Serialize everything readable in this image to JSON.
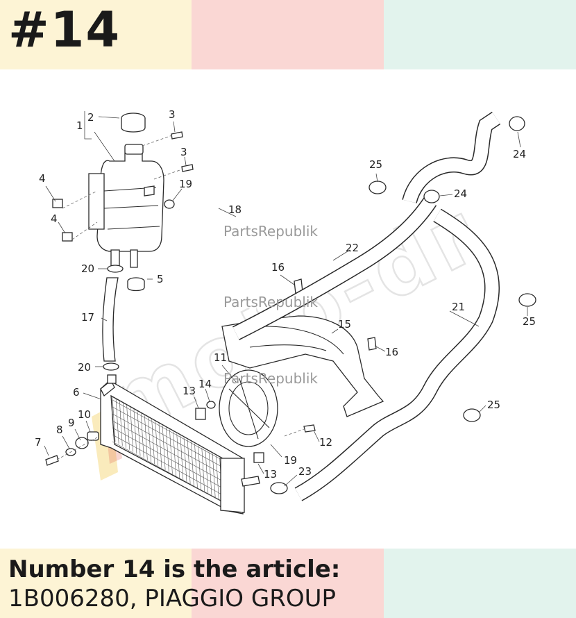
{
  "header": {
    "part_number": "#14"
  },
  "footer": {
    "line1": "Number 14 is the article:",
    "line2": "1B006280, PIAGGIO GROUP"
  },
  "colors": {
    "band_yellow": "#fdf4d5",
    "band_pink": "#fad7d4",
    "band_mint": "#e2f3ed"
  },
  "diagram": {
    "watermark": "PartsRepublik",
    "big_watermark": "moto-dr",
    "labels": [
      "1",
      "2",
      "3",
      "3",
      "4",
      "4",
      "5",
      "6",
      "7",
      "8",
      "9",
      "10",
      "11",
      "12",
      "13",
      "13",
      "14",
      "15",
      "16",
      "16",
      "17",
      "18",
      "19",
      "19",
      "20",
      "20",
      "21",
      "22",
      "23",
      "24",
      "24",
      "25",
      "25",
      "25"
    ]
  }
}
